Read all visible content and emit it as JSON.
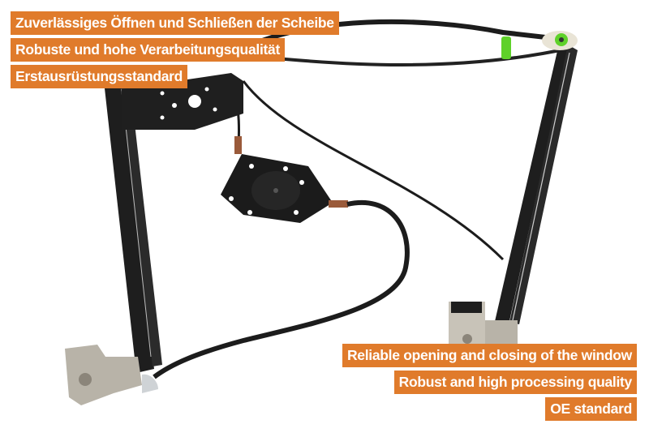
{
  "image": {
    "subject": "window-regulator",
    "description": "Front window regulator with cable drive, mounting bracket, cable pulley housing and glass carriers"
  },
  "colors": {
    "label_bg": "#e07b2b",
    "label_text": "#ffffff",
    "part_black": "#1d1d1d",
    "accent_green": "#5fd12a",
    "metal": "#b8b3a8"
  },
  "labels_de": [
    {
      "text": "Zuverlässiges Öffnen und Schließen der Scheibe"
    },
    {
      "text": "Robuste und hohe Verarbeitungsqualität"
    },
    {
      "text": "Erstausrüstungsstandard"
    }
  ],
  "labels_en": [
    {
      "text": "Reliable opening and closing of the window"
    },
    {
      "text": "Robust and high processing quality"
    },
    {
      "text": "OE standard"
    }
  ]
}
